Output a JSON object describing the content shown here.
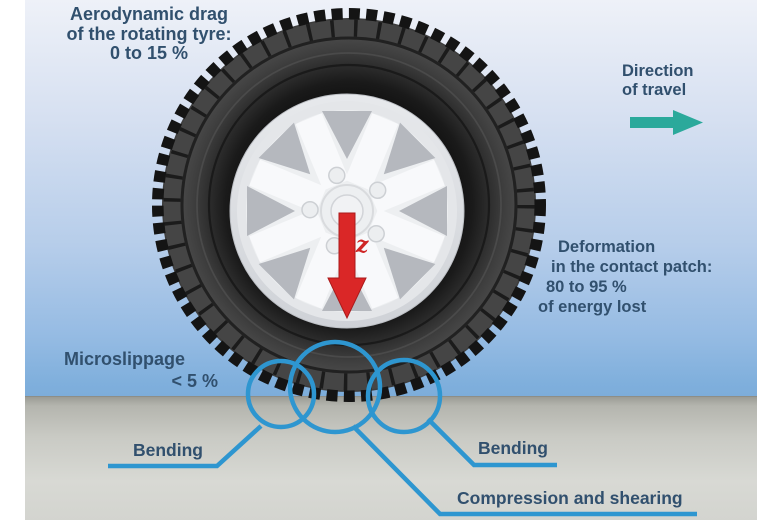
{
  "colors": {
    "sky_top": "#eef1f8",
    "sky_bottom": "#7dadda",
    "ground_top": "#9b9c95",
    "ground_bottom": "#d3d4cf",
    "label_text": "#31506e",
    "leader_blue": "#2e96d0",
    "travel_arrow_teal": "#2ba99b",
    "load_arrow_red": "#da2727",
    "tyre_dark": "#1b1b1b",
    "wheel_silver": "#edeff1"
  },
  "annotations": {
    "aerodynamic_drag": {
      "line1": "Aerodynamic drag",
      "line2": "of the rotating tyre:",
      "line3": "0 to 15 %"
    },
    "direction_of_travel": {
      "line1": "Direction",
      "line2": "of travel"
    },
    "deformation": {
      "line1": "Deformation",
      "line2": "in the contact patch:",
      "line3": "80 to 95 %",
      "line4": "of energy lost"
    },
    "microslippage": {
      "line1": "Microslippage",
      "line2": "< 5 %"
    },
    "bending_left": "Bending",
    "bending_right": "Bending",
    "compression": "Compression and shearing",
    "load_axis": "z"
  }
}
